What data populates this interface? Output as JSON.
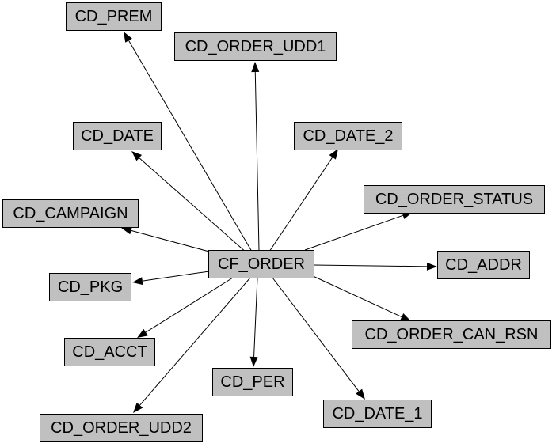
{
  "diagram": {
    "center": {
      "id": "CF_ORDER",
      "label": "CF_ORDER"
    },
    "nodes": [
      {
        "id": "CD_PREM",
        "label": "CD_PREM"
      },
      {
        "id": "CD_ORDER_UDD1",
        "label": "CD_ORDER_UDD1"
      },
      {
        "id": "CD_DATE",
        "label": "CD_DATE"
      },
      {
        "id": "CD_DATE_2",
        "label": "CD_DATE_2"
      },
      {
        "id": "CD_ORDER_STATUS",
        "label": "CD_ORDER_STATUS"
      },
      {
        "id": "CD_CAMPAIGN",
        "label": "CD_CAMPAIGN"
      },
      {
        "id": "CD_ADDR",
        "label": "CD_ADDR"
      },
      {
        "id": "CD_PKG",
        "label": "CD_PKG"
      },
      {
        "id": "CD_ORDER_CAN_RSN",
        "label": "CD_ORDER_CAN_RSN"
      },
      {
        "id": "CD_ACCT",
        "label": "CD_ACCT"
      },
      {
        "id": "CD_PER",
        "label": "CD_PER"
      },
      {
        "id": "CD_DATE_1",
        "label": "CD_DATE_1"
      },
      {
        "id": "CD_ORDER_UDD2",
        "label": "CD_ORDER_UDD2"
      }
    ],
    "edges": [
      {
        "from": "CF_ORDER",
        "to": "CD_PREM"
      },
      {
        "from": "CF_ORDER",
        "to": "CD_ORDER_UDD1"
      },
      {
        "from": "CF_ORDER",
        "to": "CD_DATE"
      },
      {
        "from": "CF_ORDER",
        "to": "CD_DATE_2"
      },
      {
        "from": "CF_ORDER",
        "to": "CD_ORDER_STATUS"
      },
      {
        "from": "CF_ORDER",
        "to": "CD_CAMPAIGN"
      },
      {
        "from": "CF_ORDER",
        "to": "CD_ADDR"
      },
      {
        "from": "CF_ORDER",
        "to": "CD_PKG"
      },
      {
        "from": "CF_ORDER",
        "to": "CD_ORDER_CAN_RSN"
      },
      {
        "from": "CF_ORDER",
        "to": "CD_ACCT"
      },
      {
        "from": "CF_ORDER",
        "to": "CD_PER"
      },
      {
        "from": "CF_ORDER",
        "to": "CD_DATE_1"
      },
      {
        "from": "CF_ORDER",
        "to": "CD_ORDER_UDD2"
      }
    ]
  }
}
